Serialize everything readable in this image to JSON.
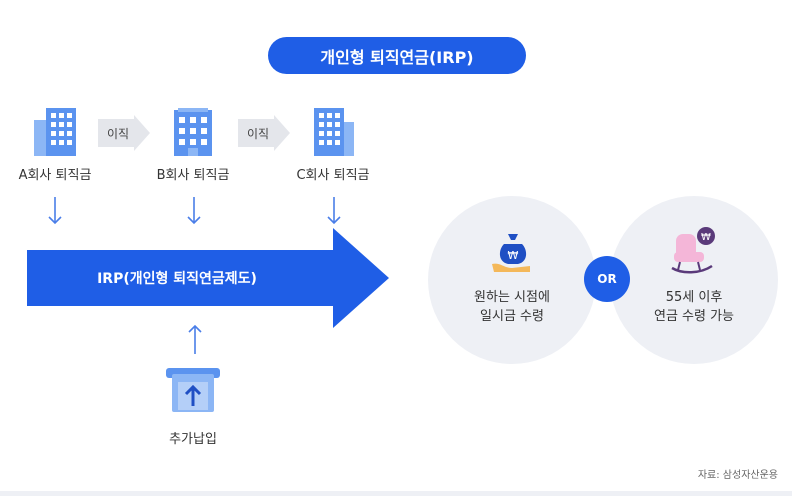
{
  "title": "개인형 퇴직연금(IRP)",
  "companies": [
    {
      "label": "A회사 퇴직금"
    },
    {
      "label": "B회사 퇴직금"
    },
    {
      "label": "C회사 퇴직금"
    }
  ],
  "transfer_label": "이직",
  "main_arrow_label": "IRP(개인형 퇴직연금제도)",
  "extra_payment_label": "추가납입",
  "options": [
    {
      "line1": "원하는 시점에",
      "line2": "일시금 수령"
    },
    {
      "line1": "55세 이후",
      "line2": "연금 수령 가능"
    }
  ],
  "or_label": "OR",
  "source": "자료: 삼성자산운용",
  "colors": {
    "primary": "#1f5ee6",
    "building_light": "#8cb6f5",
    "building_mid": "#5b93ef",
    "circle_bg": "#eef0f5",
    "gray_arrow": "#e4e6eb"
  }
}
